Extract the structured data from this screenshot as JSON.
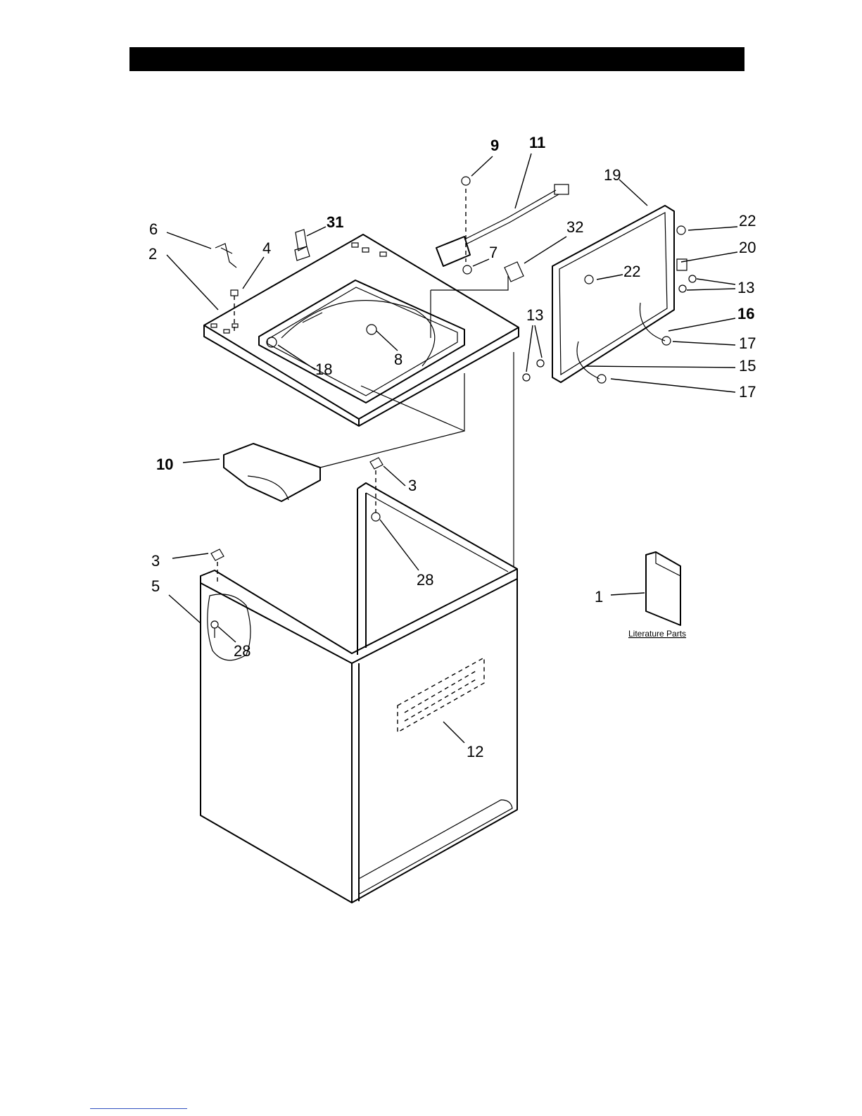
{
  "header": {
    "bar_color": "#000000"
  },
  "labels": {
    "p1": "1",
    "p2": "2",
    "p3a": "3",
    "p3b": "3",
    "p4": "4",
    "p5": "5",
    "p6": "6",
    "p7": "7",
    "p8": "8",
    "p9": "9",
    "p10": "10",
    "p11": "11",
    "p12": "12",
    "p13a": "13",
    "p13b": "13",
    "p15": "15",
    "p16": "16",
    "p17a": "17",
    "p17b": "17",
    "p18": "18",
    "p19": "19",
    "p20": "20",
    "p22a": "22",
    "p22b": "22",
    "p28a": "28",
    "p28b": "28",
    "p31": "31",
    "p32": "32"
  },
  "literature": {
    "caption": "Literature Parts"
  }
}
